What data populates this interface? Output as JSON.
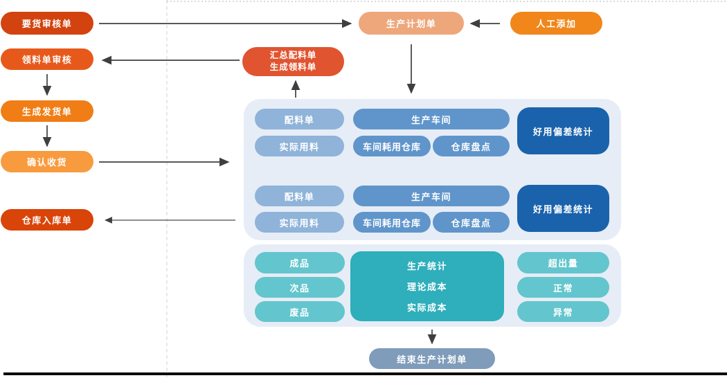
{
  "left_flow": {
    "demand_review": "要货审核单",
    "picking_review": "领料单审核",
    "create_delivery": "生成发货单",
    "confirm_receipt": "确认收货",
    "warehouse_inbound": "仓库入库单"
  },
  "top_row": {
    "production_plan": "生产计划单",
    "manual_add": "人工添加",
    "summary_line1": "汇总配料单",
    "summary_line2": "生成领料单"
  },
  "workshop_groups": [
    {
      "batching": "配料单",
      "workshop": "生产车间",
      "deviation": "好用偏差统计",
      "actual_usage": "实际用料",
      "consumption_store": "车间耗用仓库",
      "stocktake": "仓库盘点"
    },
    {
      "batching": "配料单",
      "workshop": "生产车间",
      "deviation": "好用偏差统计",
      "actual_usage": "实际用料",
      "consumption_store": "车间耗用仓库",
      "stocktake": "仓库盘点"
    }
  ],
  "stats_section": {
    "outputs": [
      "成品",
      "次品",
      "废品"
    ],
    "center": [
      "生产统计",
      "理论成本",
      "实际成本"
    ],
    "judgement": [
      "超出量",
      "正常",
      "异常"
    ]
  },
  "end_node": "结束生产计划单",
  "colors": {
    "demand_review": "#D2430F",
    "picking_review": "#E7591A",
    "create_delivery": "#F07D15",
    "confirm_receipt": "#F89B3E",
    "warehouse_inbound": "#D94409",
    "production_plan": "#EDA77B",
    "manual_add": "#F1861B",
    "summary": "#E05430",
    "container_bg": "#E6EDF6",
    "light_blue": "#8FB3D9",
    "medium_blue": "#6095CB",
    "dark_blue": "#1A63AC",
    "light_teal": "#63C5CD",
    "teal": "#2FAEBB",
    "end_slate": "#7F9CBA",
    "arrow": "#3F3F3F",
    "dashed_boundary": "#DBDBDB",
    "bottom_bar": "#0B0B0B"
  }
}
